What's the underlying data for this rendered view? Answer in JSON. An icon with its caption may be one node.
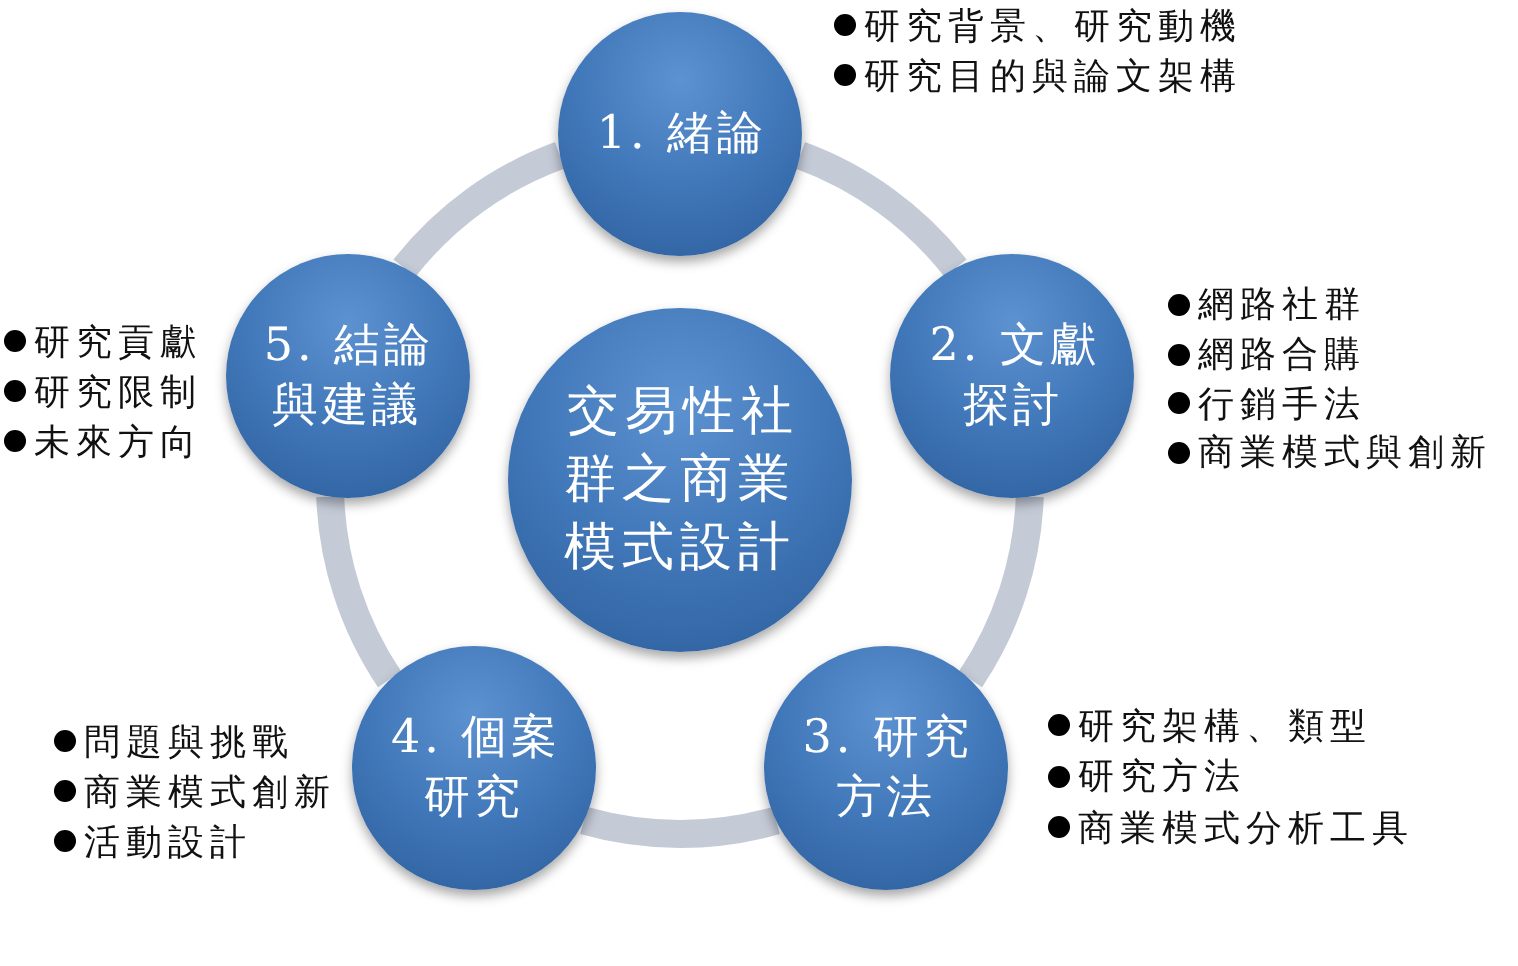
{
  "diagram": {
    "nodes": [
      {
        "text": [
          "交易性社群之商業模式設計"
        ]
      },
      {
        "text": [
          "1. 緒論"
        ],
        "beside": [
          "研究背景、研究動機",
          "研究目的與論文架構"
        ]
      },
      {
        "text": [
          "2. 文獻探討"
        ],
        "beside": [
          "網路社群",
          "網路合購",
          "行銷手法",
          "商業模式與創新"
        ]
      },
      {
        "text": [
          "3. 研究方法"
        ],
        "beside": [
          "研究架構、類型",
          "研究方法",
          "商業模式分析工具"
        ]
      },
      {
        "text": [
          "4. 個案研究"
        ],
        "beside": [
          "問題與挑戰",
          "商業模式創新",
          "活動設計"
        ]
      },
      {
        "text": [
          "5. 結論與建議"
        ],
        "beside": [
          "研究貢獻",
          "研究限制",
          "未來方向"
        ]
      }
    ],
    "edges": [
      {
        "from": 1,
        "to": 2,
        "arrow": "none"
      },
      {
        "from": 2,
        "to": 3,
        "arrow": "none"
      },
      {
        "from": 3,
        "to": 4,
        "arrow": "none"
      },
      {
        "from": 4,
        "to": 5,
        "arrow": "none"
      },
      {
        "from": 5,
        "to": 1,
        "arrow": "none"
      }
    ]
  }
}
